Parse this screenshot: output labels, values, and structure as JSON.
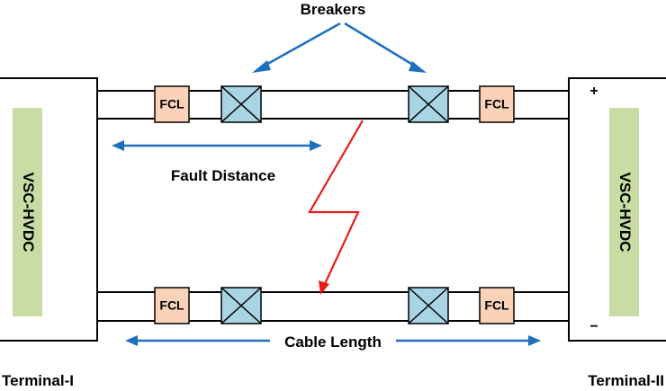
{
  "labels": {
    "breakers": "Breakers",
    "fault_distance": "Fault Distance",
    "cable_length": "Cable Length",
    "terminal_left": "Terminal-I",
    "terminal_right": "Terminal-II",
    "vsc_left": "VSC-HVDC",
    "vsc_right": "VSC-HVDC",
    "fcl": "FCL",
    "plus": "+",
    "minus": "−"
  },
  "colors": {
    "fcl_fill": "#f9d2b8",
    "breaker_fill": "#a9d4e4",
    "vsc_fill": "#c9dca3",
    "arrow_blue": "#1f6fbf",
    "fault_red": "#e81b1b"
  }
}
